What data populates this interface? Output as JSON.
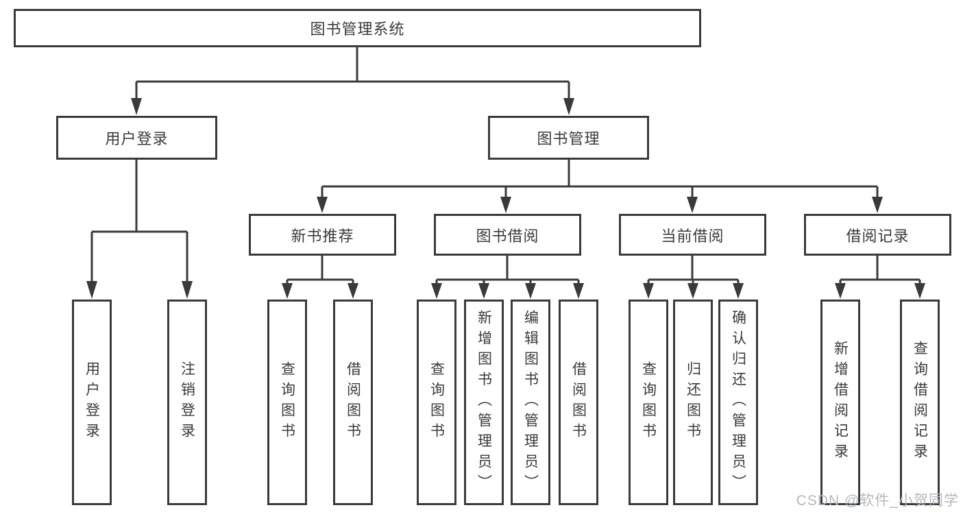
{
  "tree": {
    "root": {
      "label": "图书管理系统"
    },
    "children": [
      {
        "label": "用户登录",
        "children": [
          {
            "label": "用户登录"
          },
          {
            "label": "注销登录"
          }
        ]
      },
      {
        "label": "图书管理",
        "children": [
          {
            "label": "新书推荐",
            "children": [
              {
                "label": "查询图书"
              },
              {
                "label": "借阅图书"
              }
            ]
          },
          {
            "label": "图书借阅",
            "children": [
              {
                "label": "查询图书"
              },
              {
                "label": "新增图书（管理员）"
              },
              {
                "label": "编辑图书（管理员）"
              },
              {
                "label": "借阅图书"
              }
            ]
          },
          {
            "label": "当前借阅",
            "children": [
              {
                "label": "查询图书"
              },
              {
                "label": "归还图书"
              },
              {
                "label": "确认归还（管理员）"
              }
            ]
          },
          {
            "label": "借阅记录",
            "children": [
              {
                "label": "新增借阅记录"
              },
              {
                "label": "查询借阅记录"
              }
            ]
          }
        ]
      }
    ]
  },
  "watermark": {
    "text": "CSDN @软件_小贺同学"
  },
  "colors": {
    "line": "#3a3a3a",
    "text": "#3a3a3a",
    "watermark": "#b3b7be",
    "background": "#ffffff"
  }
}
